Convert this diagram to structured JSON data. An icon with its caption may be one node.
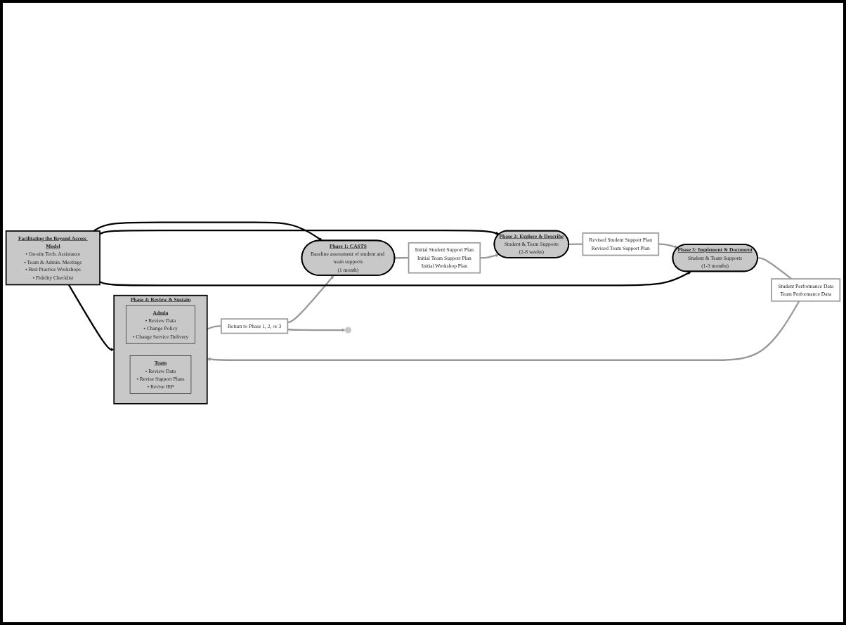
{
  "diagram": {
    "nodes": [
      {
        "text": [
          "Phase 1: CASTS",
          "Baseline assessment of student and team supports",
          "(1 month)"
        ]
      },
      {
        "text": [
          "Initial Student Support Plan",
          "Initial Team Support Plan",
          "Initial Workshop Plan"
        ]
      },
      {
        "text": [
          "Phase 2: Explore & Describe",
          "Student & Team Supports",
          "(2-8 weeks)"
        ]
      },
      {
        "text": [
          "Return to Phase 1, 2, or 3"
        ]
      },
      {
        "text": [
          "Facilitating the Beyond Access Model",
          "• On-site Tech. Assistance",
          "• Team & Admin. Meetings",
          "• Best Practice Workshops",
          "• Fidelity Checklist"
        ]
      },
      {
        "text": [
          "Revised Student Support Plan",
          "Revised Team Support Plan"
        ]
      },
      {
        "text": [
          "Phase 4: Review & Sustain"
        ]
      },
      {
        "text": [
          "Admin",
          "• Review Data",
          "• Change Policy",
          "• Change Service Delivery"
        ],
        "in": 6
      },
      {
        "text": [
          "Team",
          "• Review Data",
          "• Revise Support Plans",
          "• Revise IEP"
        ],
        "in": 6
      },
      {
        "text": [
          "Student Performance Data",
          "Team Performance Data"
        ]
      },
      {
        "text": [
          "Phase 3: Implement & Document",
          "Student & Team Supports",
          "(1-3 months)"
        ]
      }
    ],
    "edges": [
      {
        "from": 0,
        "to": 1,
        "arrow": "none"
      },
      {
        "from": 1,
        "to": 2,
        "arrow": "to"
      },
      {
        "from": 2,
        "to": 5,
        "arrow": "none"
      },
      {
        "from": 5,
        "to": 10,
        "arrow": "to"
      },
      {
        "from": 10,
        "to": 9,
        "arrow": "none"
      },
      {
        "from": 9,
        "to": 6,
        "arrow": "to"
      },
      {
        "from": 6,
        "to": 3,
        "arrow": "none"
      },
      {
        "from": 3,
        "to": 0,
        "arrow": "to"
      },
      {
        "from": 3,
        "to": null,
        "arrow": "to"
      },
      {
        "from": 4,
        "to": 0,
        "arrow": "to",
        "color": "#000000"
      },
      {
        "from": 4,
        "to": 2,
        "arrow": "to",
        "color": "#000000"
      },
      {
        "from": 4,
        "to": 10,
        "arrow": "to",
        "color": "#000000"
      },
      {
        "from": 4,
        "to": 6,
        "arrow": "to",
        "color": "#000000"
      }
    ]
  }
}
